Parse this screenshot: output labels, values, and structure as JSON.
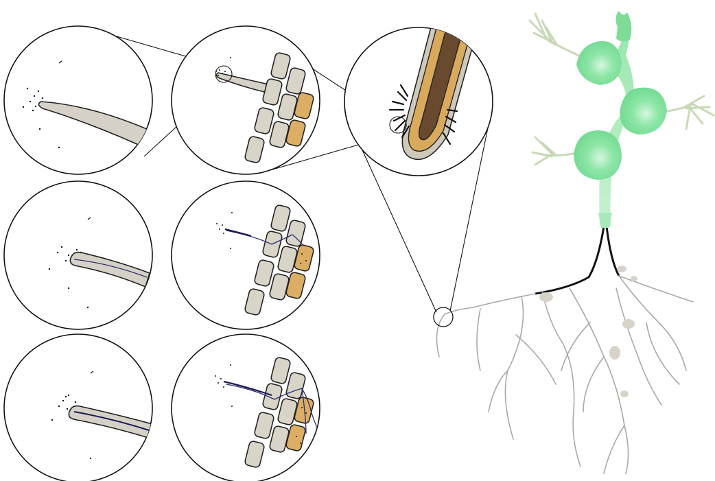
{
  "colors": {
    "background": "#ffffff",
    "root_hair": "#d6d1c6",
    "epidermal_cell": "#d9d4c8",
    "colonized_cell": "#dcae64",
    "hypha": "#2b2c6e",
    "root_tip_outer": "#d8d2c4",
    "root_tip_cortex": "#d9a95c",
    "root_tip_stele": "#6a4a2e",
    "leaf": "#72dc92",
    "stem": "#9ee8b3",
    "flower_dried": "#c9d9b7",
    "root_line": "#a8a8a8",
    "nodule": "#d8d3c8",
    "frame": "#111111"
  },
  "panels": [
    {
      "name": "row1-hair-zoom",
      "stage": 1
    },
    {
      "name": "row1-hair-cells",
      "stage": 1
    },
    {
      "name": "row2-hair-zoom",
      "stage": 2
    },
    {
      "name": "row2-hair-cells",
      "stage": 2
    },
    {
      "name": "row3-hair-zoom",
      "stage": 3
    },
    {
      "name": "row3-hair-cells",
      "stage": 3
    },
    {
      "name": "root-tip-section"
    }
  ],
  "plant": {
    "leaves": 3,
    "dried_flowers": 3,
    "root_nodules": 6
  }
}
